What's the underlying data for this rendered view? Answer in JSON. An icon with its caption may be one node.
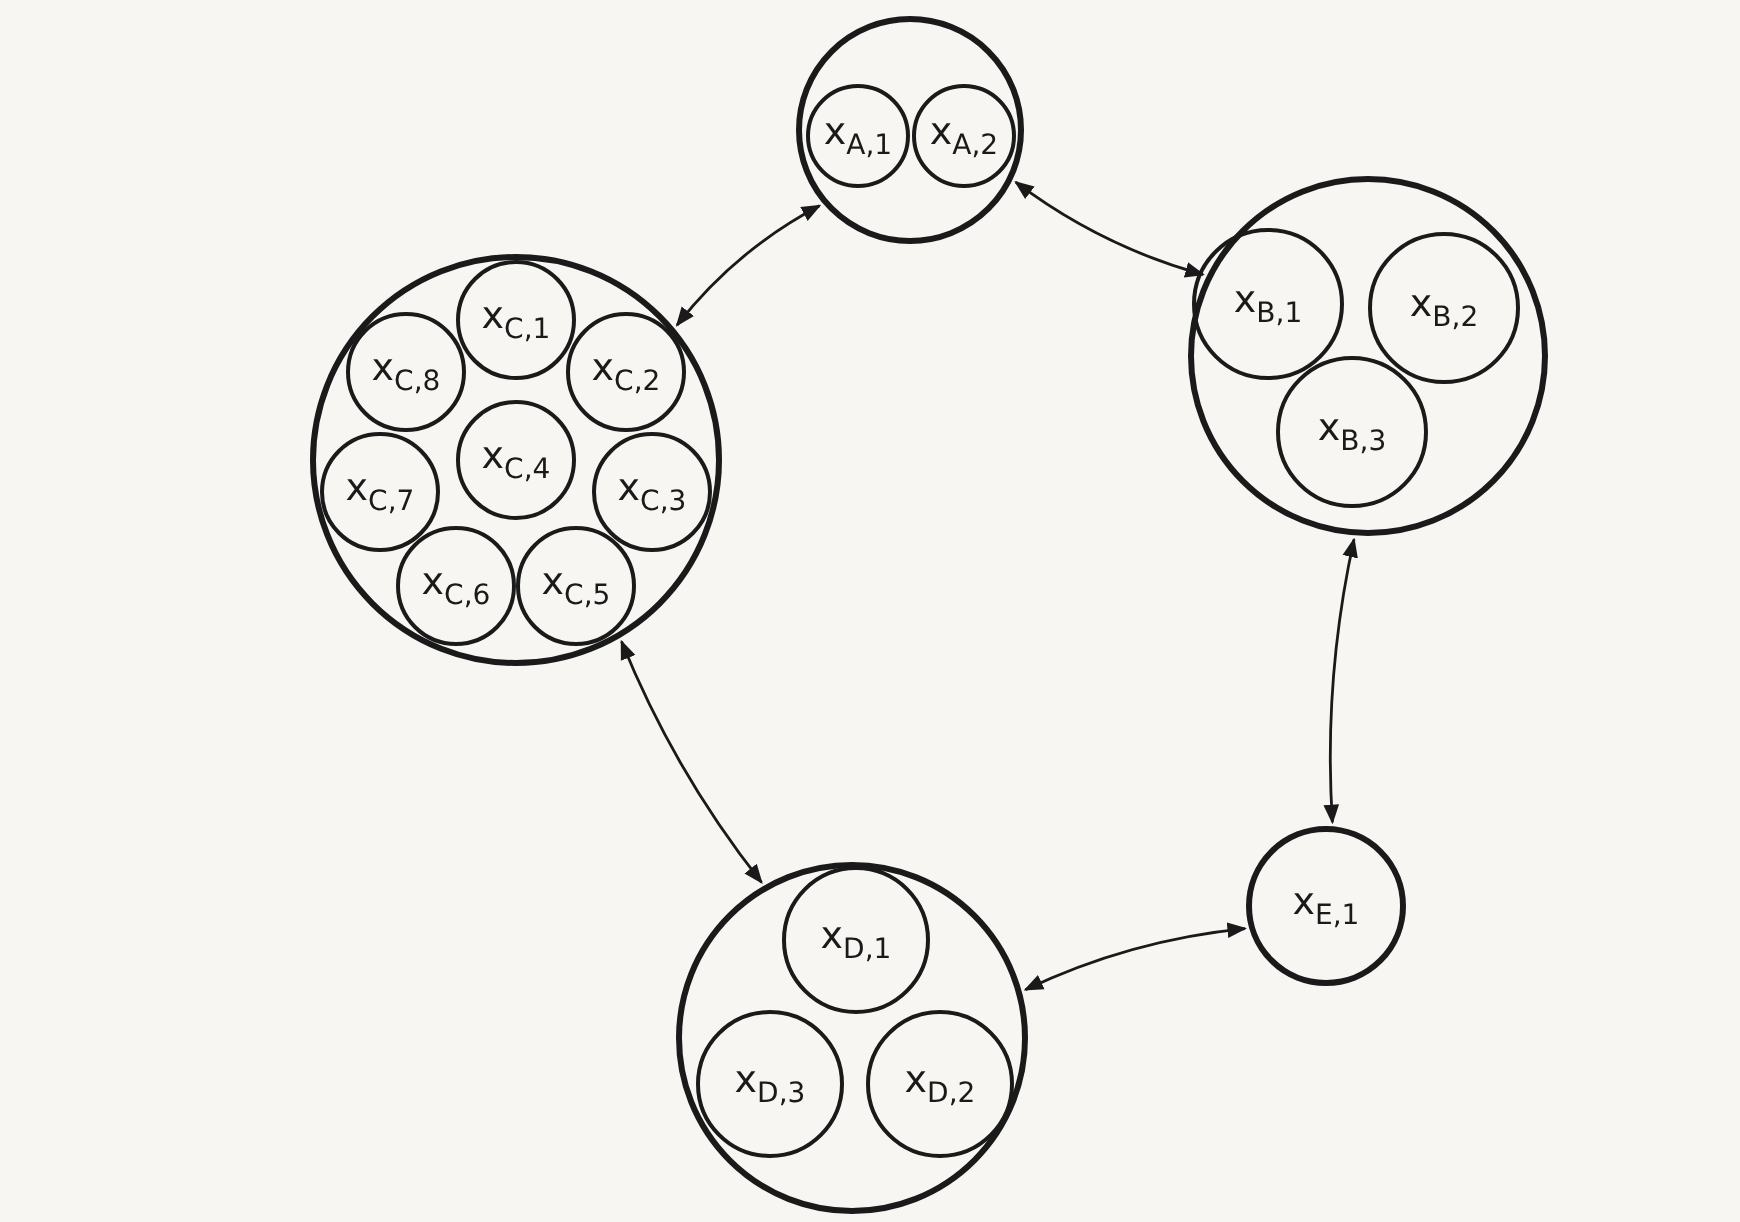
{
  "diagram": {
    "nodes": [
      {
        "text": [],
        "shape": "circle"
      },
      {
        "text": [
          "x$_{A,1}$"
        ],
        "in": 0
      },
      {
        "text": [
          "x$_{A,2}$"
        ],
        "in": 0
      },
      {
        "text": [],
        "shape": "circle"
      },
      {
        "text": [
          "x$_{C,1}$"
        ],
        "in": 3
      },
      {
        "text": [
          "x$_{C,2}$"
        ],
        "in": 3
      },
      {
        "text": [
          "x$_{C,3}$"
        ],
        "in": 3
      },
      {
        "text": [
          "x$_{C,4}$"
        ],
        "in": 3
      },
      {
        "text": [
          "x$_{C,5}$"
        ],
        "in": 3
      },
      {
        "text": [
          "x$_{C,6}$"
        ],
        "in": 3
      },
      {
        "text": [
          "x$_{C,7}$"
        ],
        "in": 3
      },
      {
        "text": [
          "x$_{C,8}$"
        ],
        "in": 3
      },
      {
        "text": [],
        "shape": "circle"
      },
      {
        "text": [
          "x$_{B,1}$"
        ],
        "in": 12
      },
      {
        "text": [
          "x$_{B,2}$"
        ],
        "in": 12
      },
      {
        "text": [
          "x$_{B,3}$"
        ],
        "in": 12
      },
      {
        "text": [
          "x$_{E,1}$"
        ]
      },
      {
        "text": [],
        "shape": "circle"
      },
      {
        "text": [
          "x$_{D,1}$"
        ],
        "in": 17
      },
      {
        "text": [
          "x$_{D,2}$"
        ],
        "in": 17
      },
      {
        "text": [
          "x$_{D,3}$"
        ],
        "in": 17
      }
    ],
    "edges": [
      {
        "from": 0,
        "to": 12,
        "arrow": "both"
      },
      {
        "from": 0,
        "to": 3,
        "arrow": "both"
      },
      {
        "from": 12,
        "to": 16,
        "arrow": "both"
      },
      {
        "from": 16,
        "to": 17,
        "arrow": "both"
      },
      {
        "from": 3,
        "to": 17,
        "arrow": "both"
      }
    ]
  }
}
